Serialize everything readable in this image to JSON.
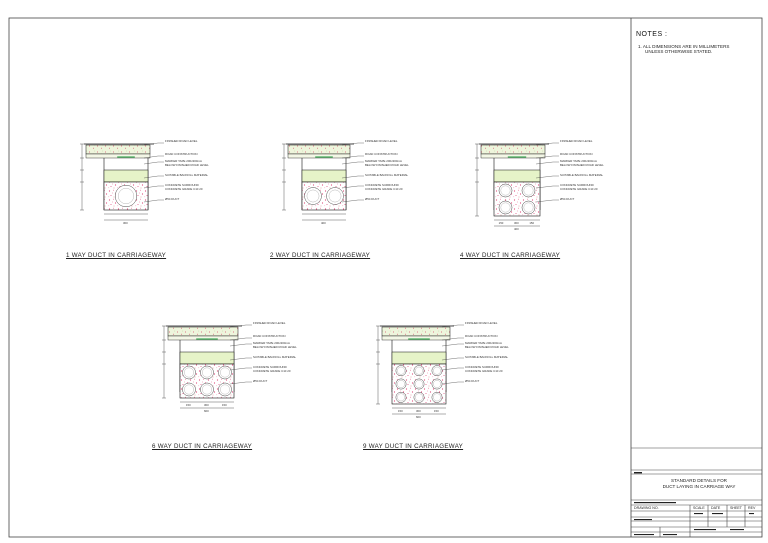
{
  "notes": {
    "title": "NOTES :",
    "lines": [
      "1. ALL DIMENSIONS ARE IN MILLIMETERS",
      "UNLESS OTHERWISE STATED."
    ]
  },
  "labels": {
    "finished_road_level": "FINISHED ROAD LEVEL",
    "road_construction": "ROAD CONSTRUCTION",
    "marker_tape_1": "MARKER TAPE 200x300mm",
    "marker_tape_2": "BELOW FINISHED ROAD LEVEL",
    "suitable_backfill": "SUITABLE BACKFILL MATERIAL",
    "concrete_surround_1": "CONCRETE SURROUND",
    "concrete_surround_2": "CONCRETE GRADE C10 20",
    "duct": "Ø54 DUCT"
  },
  "details": [
    {
      "title": "1  WAY  DUCT  IN  CARRIAGEWAY",
      "width_dim": "300",
      "cols": [
        "",
        "",
        ""
      ]
    },
    {
      "title": "2  WAY  DUCT  IN  CARRIAGEWAY",
      "width_dim": "400",
      "cols": [
        "",
        "",
        ""
      ]
    },
    {
      "title": "4  WAY  DUCT  IN  CARRIAGEWAY",
      "width_dim": "400",
      "cols": [
        "150",
        "300",
        "150"
      ]
    },
    {
      "title": "6  WAY  DUCT  IN  CARRIAGEWAY",
      "width_dim": "600",
      "cols": [
        "150",
        "300",
        "150"
      ]
    },
    {
      "title": "9  WAY  DUCT  IN  CARRIAGEWAY",
      "width_dim": "600",
      "cols": [
        "150",
        "300",
        "150"
      ]
    }
  ],
  "title_block": {
    "title_line1": "STANDARD DETAILS FOR",
    "title_line2": "DUCT LAYING IN CARRIAGE WAY",
    "drawing_no_label": "DRAWING NO.",
    "scale_label": "SCALE",
    "date_label": "DATE",
    "sheet_label": "SHEET",
    "rev_label": "REV"
  },
  "colors": {
    "ink": "#000000",
    "road_fill": "#e9f3d6",
    "backfill_fill": "#e6f3c8",
    "concrete_speckle": "#e04a7a",
    "duct_line": "#4a4a4a",
    "text": "#222222"
  }
}
